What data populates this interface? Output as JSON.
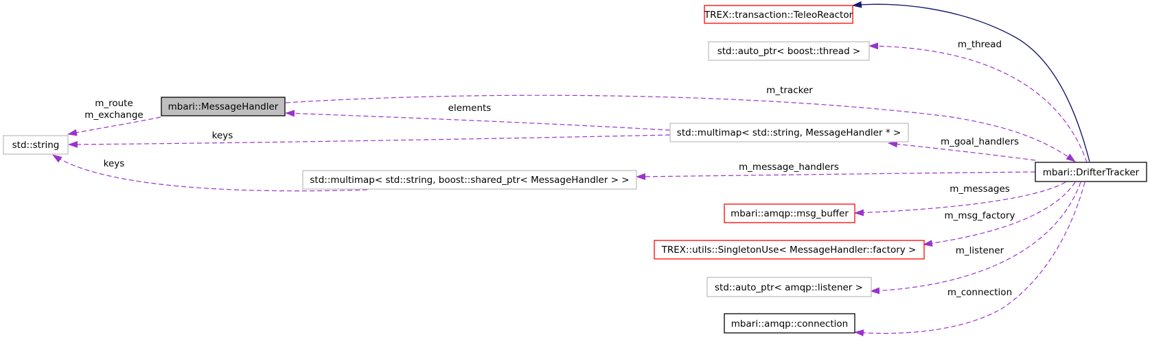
{
  "colors": {
    "node_gray_border": "#bfbfbf",
    "node_red_border": "#ff0000",
    "node_black_border": "#000000",
    "focus_fill": "#bfbfbf",
    "usage_edge": "#9a32cd",
    "inherit_edge": "#191970"
  },
  "nodes": {
    "teleo_reactor": "TREX::transaction::TeleoReactor",
    "auto_ptr_thread": "std::auto_ptr< boost::thread >",
    "message_handler": "mbari::MessageHandler",
    "std_string": "std::string",
    "multimap_ptr": "std::multimap< std::string, MessageHandler * >",
    "multimap_shared": "std::multimap< std::string, boost::shared_ptr< MessageHandler > >",
    "drifter_tracker": "mbari::DrifterTracker",
    "msg_buffer": "mbari::amqp::msg_buffer",
    "singleton_use": "TREX::utils::SingletonUse< MessageHandler::factory >",
    "auto_ptr_listener": "std::auto_ptr< amqp::listener >",
    "connection": "mbari::amqp::connection"
  },
  "edge_labels": {
    "m_route": "m_route",
    "m_exchange": "m_exchange",
    "keys_top": "keys",
    "keys_bottom": "keys",
    "elements": "elements",
    "m_tracker": "m_tracker",
    "m_thread": "m_thread",
    "m_goal_handlers": "m_goal_handlers",
    "m_message_handlers": "m_message_handlers",
    "m_messages": "m_messages",
    "m_msg_factory": "m_msg_factory",
    "m_listener": "m_listener",
    "m_connection": "m_connection"
  }
}
